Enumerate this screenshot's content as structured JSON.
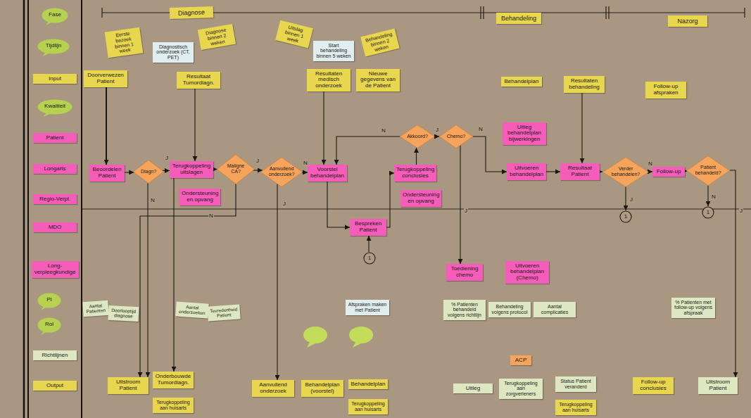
{
  "diagram": {
    "nodes": [
      {
        "text": [
          "Fase"
        ]
      },
      {
        "text": [
          "Tijdlijn"
        ]
      },
      {
        "text": [
          "Input"
        ]
      },
      {
        "text": [
          "Kwaliteit"
        ]
      },
      {
        "text": [
          "Patient"
        ]
      },
      {
        "text": [
          "Longarts"
        ]
      },
      {
        "text": [
          "Regio-Verpl."
        ]
      },
      {
        "text": [
          "MDO"
        ]
      },
      {
        "text": [
          "Long-verpleegkundige"
        ]
      },
      {
        "text": [
          "PI"
        ]
      },
      {
        "text": [
          "Rol"
        ]
      },
      {
        "text": [
          "Richtlijnen"
        ]
      },
      {
        "text": [
          "Output"
        ]
      },
      {
        "text": [
          "Diagnose"
        ]
      },
      {
        "text": [
          "Behandeling"
        ]
      },
      {
        "text": [
          "Nazorg"
        ]
      },
      {
        "text": [
          "Eerste bezoek binnen 1 week"
        ]
      },
      {
        "text": [
          "Diagnostisch onderzoek (CT, PET)"
        ]
      },
      {
        "text": [
          "Diagnose binnen 2 weken"
        ]
      },
      {
        "text": [
          "Uitslag binnen 1 week"
        ]
      },
      {
        "text": [
          "Start behandeling binnen 5 weken"
        ]
      },
      {
        "text": [
          "Behandeling binnen 2 weken"
        ]
      },
      {
        "text": [
          "Doorverwezen Patient"
        ]
      },
      {
        "text": [
          "Resultaat Tumordiagn."
        ]
      },
      {
        "text": [
          "Resultaten medisch onderzoek"
        ]
      },
      {
        "text": [
          "Nieuwe gegevens van de Patient"
        ]
      },
      {
        "text": [
          "Behandelplan"
        ]
      },
      {
        "text": [
          "Resultaten behandeling"
        ]
      },
      {
        "text": [
          "Follow-up afspraken"
        ]
      },
      {
        "text": [
          "Uitleg behandelplan bijwerkingen"
        ]
      },
      {
        "text": [
          "Beoordelen Patient"
        ]
      },
      {
        "text": [
          "Diagn?"
        ]
      },
      {
        "text": [
          "Terugkoppeling uitslagen"
        ]
      },
      {
        "text": [
          "Maligne CA?"
        ]
      },
      {
        "text": [
          "Aanvullend onderzoek?"
        ]
      },
      {
        "text": [
          "Voorstel behandelplan"
        ]
      },
      {
        "text": [
          "Akkoord?"
        ]
      },
      {
        "text": [
          "Chemo?"
        ]
      },
      {
        "text": [
          "Terugkoppeling conclusies"
        ]
      },
      {
        "text": [
          "Uitvoeren behandelplan"
        ]
      },
      {
        "text": [
          "Resultaat Patient"
        ]
      },
      {
        "text": [
          "Verder behandelen?"
        ]
      },
      {
        "text": [
          "Follow-up"
        ]
      },
      {
        "text": [
          "Patient behandeld?"
        ]
      },
      {
        "text": [
          "Ondersteuning en opvang"
        ]
      },
      {
        "text": [
          "Ondersteuning en opvang"
        ]
      },
      {
        "text": [
          "Bespreken Patient"
        ]
      },
      {
        "text": [
          "Toediening chemo"
        ]
      },
      {
        "text": [
          "Uitvoeren behandelplan (Chemo)"
        ]
      },
      {
        "text": [
          "1"
        ]
      },
      {
        "text": [
          "1"
        ]
      },
      {
        "text": [
          "1"
        ]
      },
      {
        "text": [
          "Aantal Patienten"
        ]
      },
      {
        "text": [
          "Doorlooptijd diagnose"
        ]
      },
      {
        "text": [
          "Aantal onderzoeken"
        ]
      },
      {
        "text": [
          "Tevredenheid Patient"
        ]
      },
      {
        "text": [
          "Afspraken maken met Patient"
        ]
      },
      {
        "text": [
          "% Patienten behandeld volgens richtlijn"
        ]
      },
      {
        "text": [
          "Behandeling volgens protocol"
        ]
      },
      {
        "text": [
          "Aantal complicaties"
        ]
      },
      {
        "text": [
          "% Patienten met follow-up volgens afspraak"
        ]
      },
      {
        "text": [
          "ACP"
        ]
      },
      {
        "text": [
          "Uitstroom Patient"
        ]
      },
      {
        "text": [
          "Onderbouwde Tumordiagn."
        ]
      },
      {
        "text": [
          "Terugkoppeling aan huisarts"
        ]
      },
      {
        "text": [
          "Aanvullend onderzoek"
        ]
      },
      {
        "text": [
          "Behandelplan (voorstel)"
        ]
      },
      {
        "text": [
          "Behandelplan"
        ]
      },
      {
        "text": [
          "Terugkoppeling aan huisarts"
        ]
      },
      {
        "text": [
          "Uitleg"
        ]
      },
      {
        "text": [
          "Terugkoppeling aan zorgverleners"
        ]
      },
      {
        "text": [
          "Status Patient veranderd"
        ]
      },
      {
        "text": [
          "Terugkoppeling aan huisarts"
        ]
      },
      {
        "text": [
          "Follow-up conclusies"
        ]
      },
      {
        "text": [
          "Uitstroom Patient"
        ]
      }
    ],
    "edges": [
      {
        "from": 22,
        "to": 30,
        "arrow": "to"
      },
      {
        "from": 30,
        "to": 31,
        "arrow": "to"
      },
      {
        "from": 31,
        "to": 32,
        "label": "J",
        "arrow": "to"
      },
      {
        "from": 31,
        "to": 62,
        "label": "N",
        "arrow": "to"
      },
      {
        "from": 23,
        "to": 32,
        "arrow": "to"
      },
      {
        "from": 32,
        "to": 33,
        "arrow": "to"
      },
      {
        "from": 32,
        "to": 63,
        "arrow": "to"
      },
      {
        "from": 33,
        "to": 34,
        "label": "J",
        "arrow": "to"
      },
      {
        "from": 33,
        "to": 62,
        "label": "N",
        "arrow": "to"
      },
      {
        "from": 34,
        "to": 35,
        "label": "N",
        "arrow": "to"
      },
      {
        "from": 34,
        "to": 65,
        "label": "J",
        "arrow": "to"
      },
      {
        "from": 24,
        "to": 35,
        "arrow": "to"
      },
      {
        "from": 35,
        "to": 46,
        "arrow": "to"
      },
      {
        "from": 46,
        "to": 38,
        "arrow": "to"
      },
      {
        "from": 49,
        "to": 46,
        "arrow": "to"
      },
      {
        "from": 38,
        "to": 36,
        "arrow": "to"
      },
      {
        "from": 36,
        "to": 35,
        "label": "N",
        "arrow": "to"
      },
      {
        "from": 36,
        "to": 37,
        "label": "J",
        "arrow": "to"
      },
      {
        "from": 37,
        "to": 39,
        "label": "N",
        "arrow": "to"
      },
      {
        "from": 37,
        "to": 47,
        "label": "J",
        "arrow": "to"
      },
      {
        "from": 39,
        "to": 40,
        "arrow": "to"
      },
      {
        "from": 27,
        "to": 40,
        "arrow": "to"
      },
      {
        "from": 40,
        "to": 41,
        "arrow": "to"
      },
      {
        "from": 41,
        "to": 42,
        "label": "N",
        "arrow": "to"
      },
      {
        "from": 41,
        "to": 50,
        "label": "J",
        "arrow": "to"
      },
      {
        "from": 42,
        "to": 43,
        "arrow": "to"
      },
      {
        "from": 43,
        "to": 51,
        "label": "N",
        "arrow": "to"
      },
      {
        "from": 43,
        "to": 74,
        "label": "J",
        "arrow": "to"
      }
    ]
  }
}
